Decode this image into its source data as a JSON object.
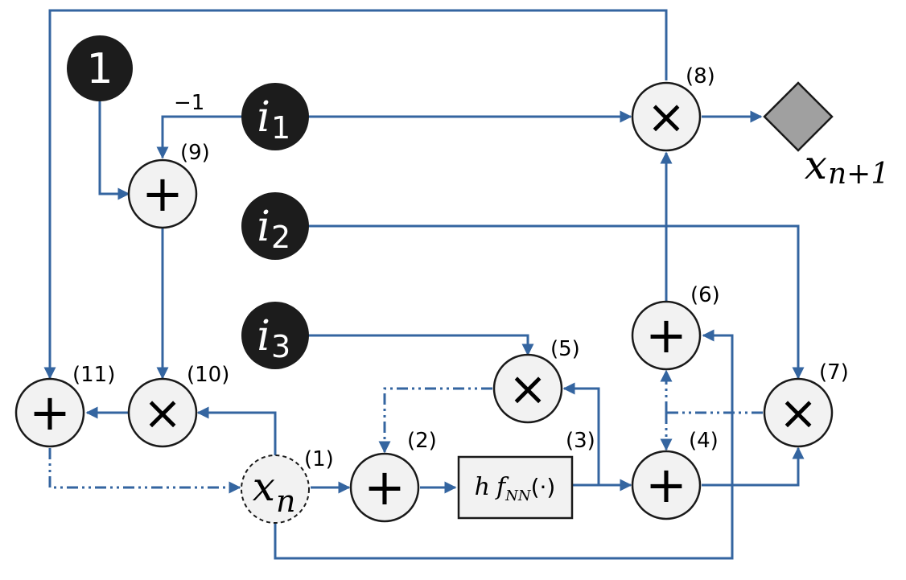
{
  "colors": {
    "line": "#3465a0",
    "node_fill": "#f2f2f2",
    "node_stroke": "#1a1a1a",
    "input_fill": "#1c1c1c",
    "input_text": "#ffffff",
    "output_fill": "#a0a0a0"
  },
  "inputs": {
    "one": "1",
    "i1": {
      "base": "i",
      "sub": "1"
    },
    "i2": {
      "base": "i",
      "sub": "2"
    },
    "i3": {
      "base": "i",
      "sub": "3"
    }
  },
  "operators": {
    "plus": "+",
    "times": "×"
  },
  "labels": {
    "n1": "(1)",
    "n2": "(2)",
    "n3": "(3)",
    "n4": "(4)",
    "n5": "(5)",
    "n6": "(6)",
    "n7": "(7)",
    "n8": "(8)",
    "n9": "(9)",
    "n10": "(10)",
    "n11": "(11)",
    "minus_one": "−1"
  },
  "xn": {
    "base": "x",
    "sub": "n"
  },
  "box": {
    "h": "h",
    "f": "f",
    "sub": "NN",
    "arg": "(·)"
  },
  "output": {
    "base": "x",
    "sub": "n+1"
  }
}
